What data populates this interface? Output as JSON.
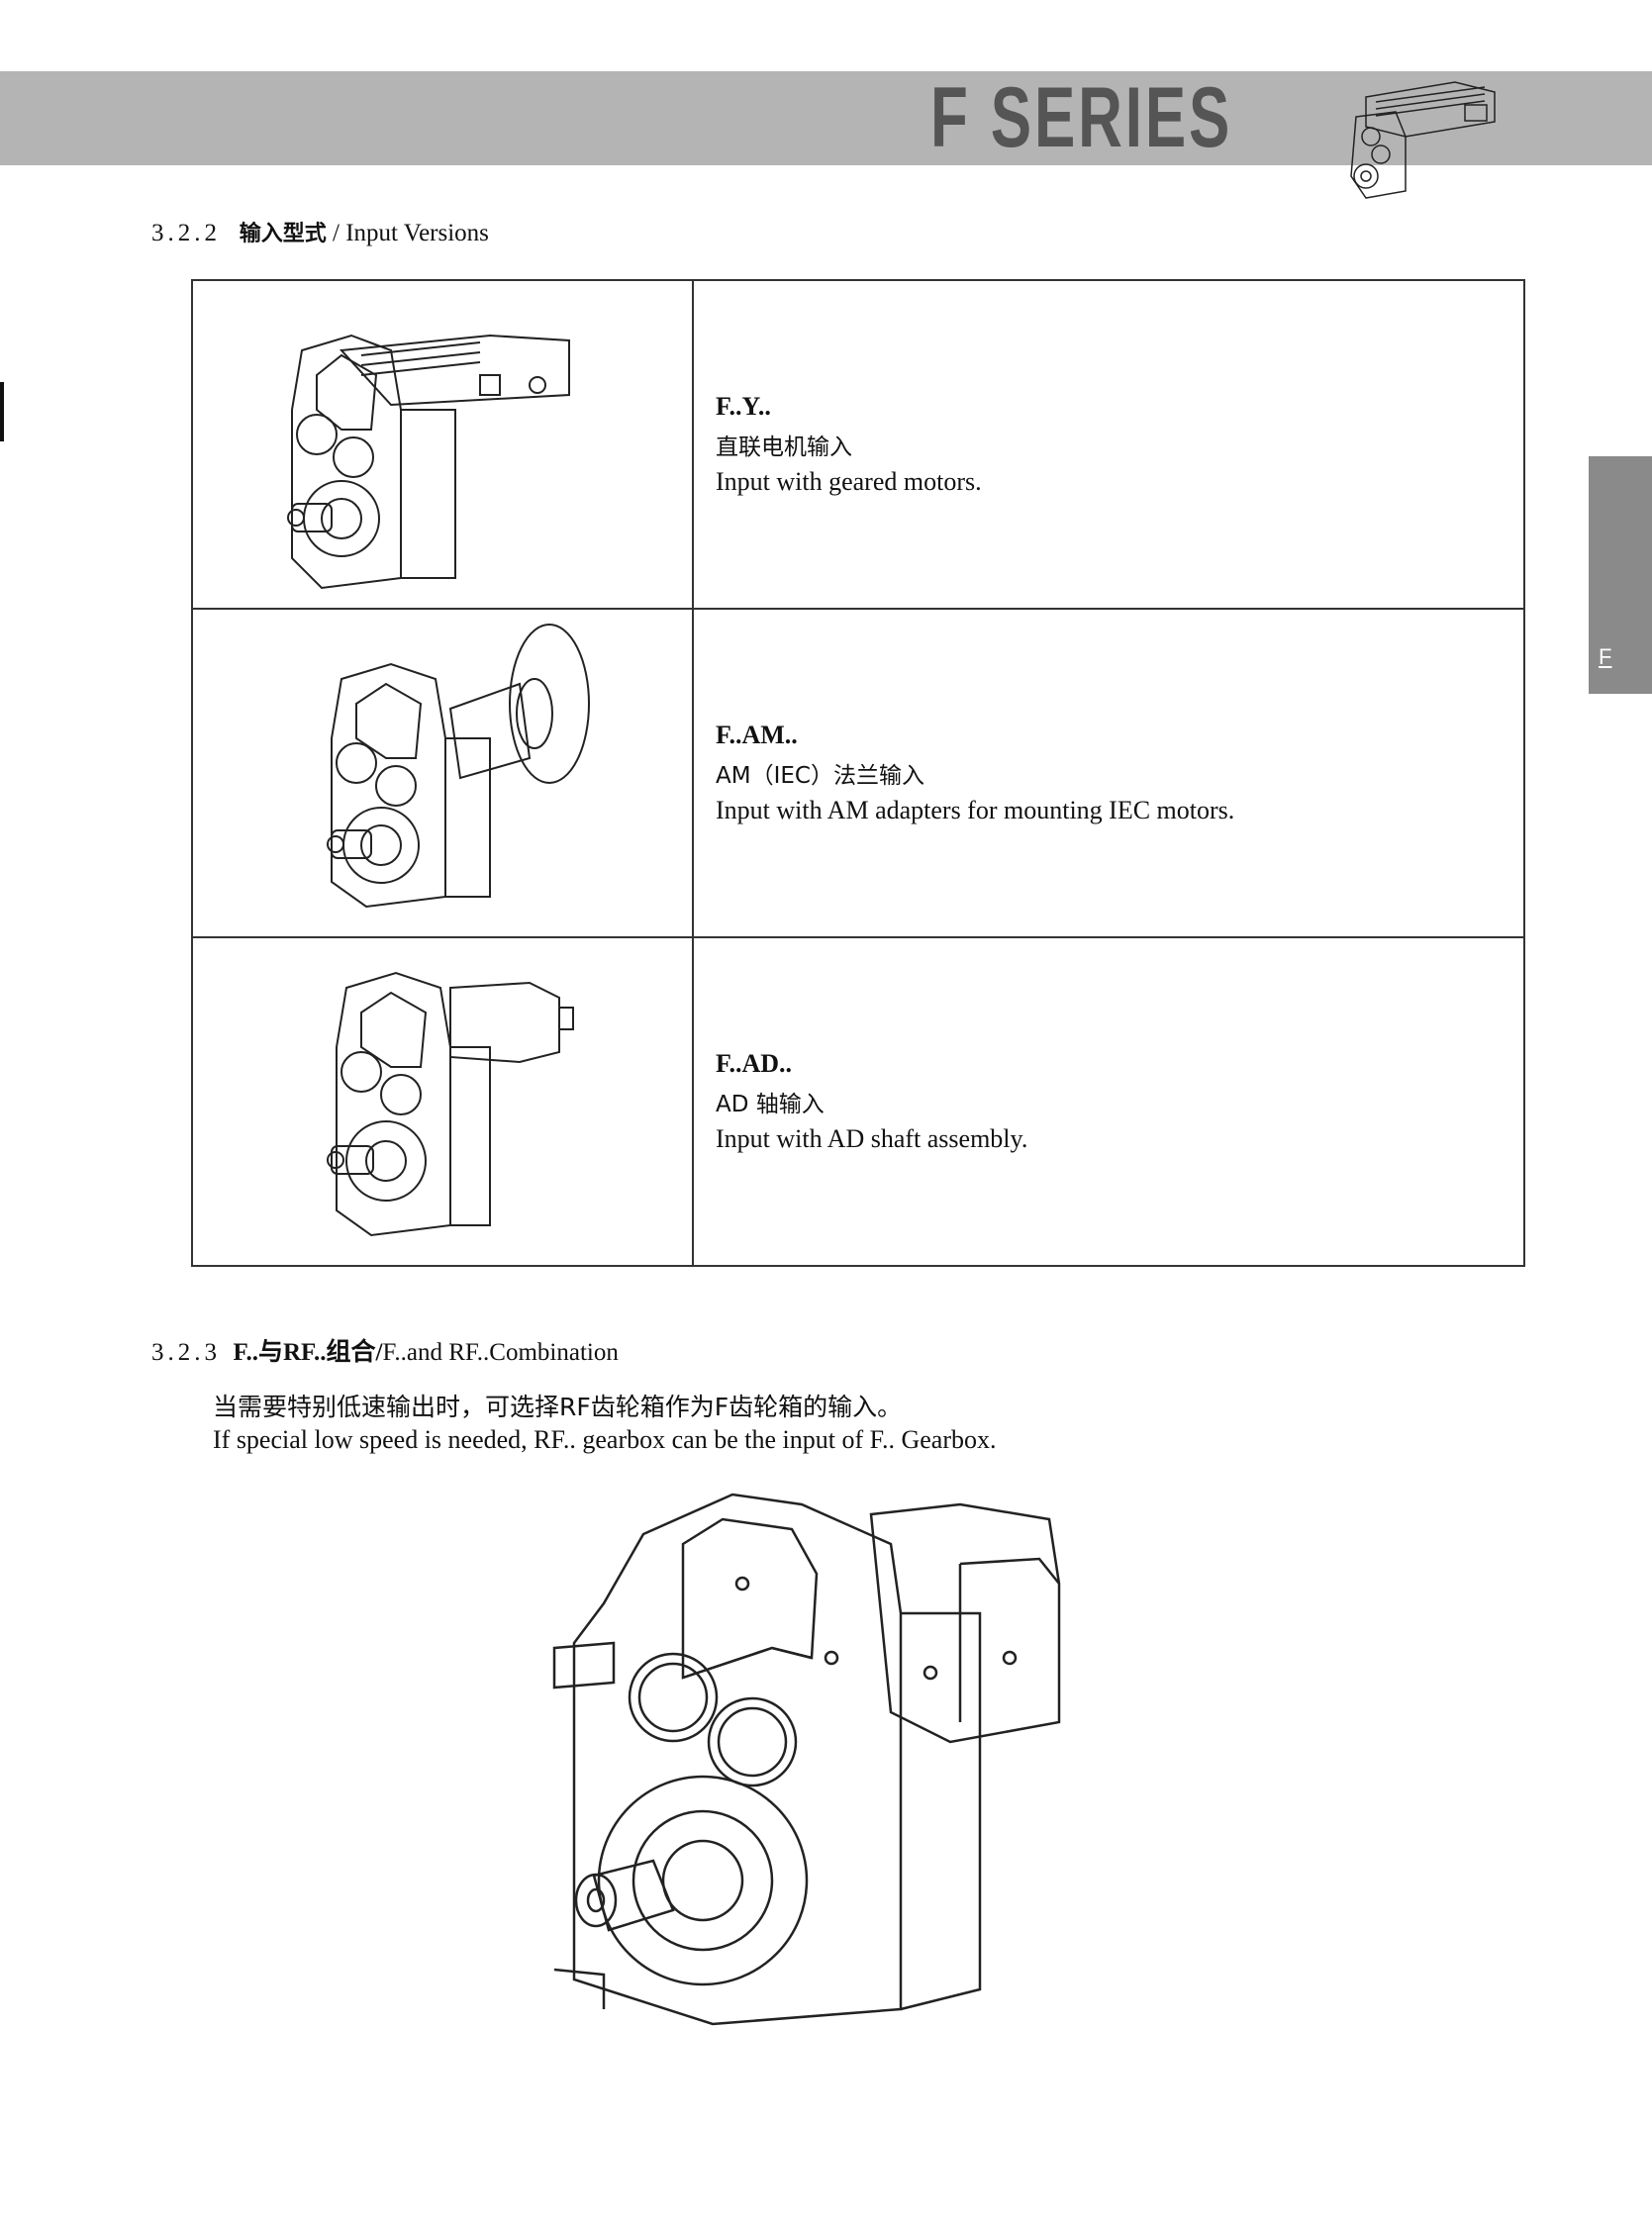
{
  "header": {
    "title": "F SERIES"
  },
  "side_tab": {
    "label": "F"
  },
  "section_322": {
    "number": "3.2.2",
    "title_cn": "输入型式",
    "title_en": "/ Input Versions"
  },
  "input_versions": [
    {
      "model": "F..Y..",
      "cn": "直联电机输入",
      "en": "Input with geared motors."
    },
    {
      "model": "F..AM..",
      "cn": "AM（IEC）法兰输入",
      "en": "Input with AM adapters for mounting IEC motors."
    },
    {
      "model": "F..AD..",
      "cn": "AD 轴输入",
      "en": "Input with AD shaft assembly."
    }
  ],
  "section_323": {
    "number": "3.2.3",
    "title_bold": "F..与RF..组合/",
    "title_rest": "F..and RF..Combination",
    "text_cn": "当需要特别低速输出时，可选择RF齿轮箱作为F齿轮箱的输入。",
    "text_en": "If special low speed is needed, RF.. gearbox can be the input of F.. Gearbox."
  }
}
